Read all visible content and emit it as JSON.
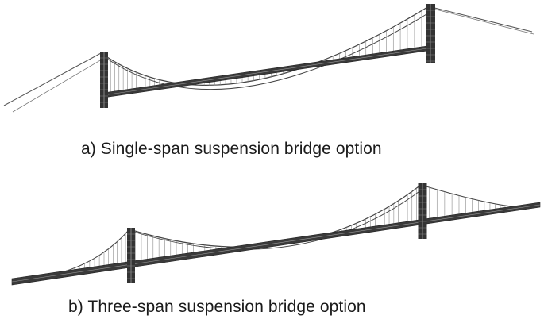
{
  "figure": {
    "panels": [
      {
        "id": "a",
        "caption": "a) Single-span suspension bridge option",
        "spans": 1
      },
      {
        "id": "b",
        "caption": "b) Three-span suspension bridge option",
        "spans": 3
      }
    ],
    "colors": {
      "tower": "#333333",
      "deck": "#3a3a3a",
      "cable": "#444444",
      "hanger": "#8a8a8a",
      "background": "#ffffff"
    }
  }
}
